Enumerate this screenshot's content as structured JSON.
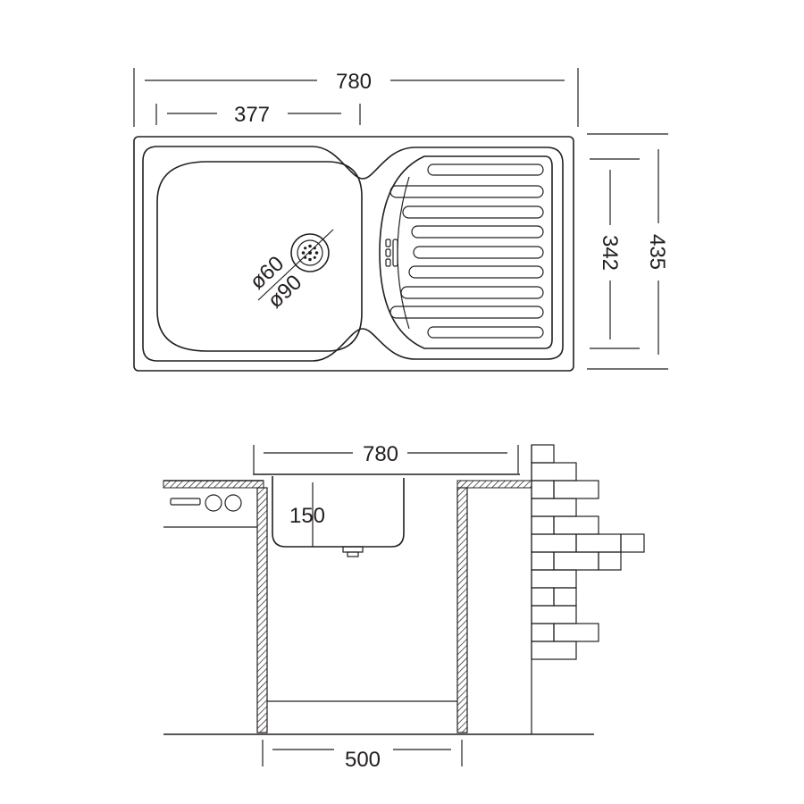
{
  "top_view": {
    "overall_width": "780",
    "bowl_width": "377",
    "depth_outer": "435",
    "depth_inner": "342",
    "drain_outer_diameter": "ø90",
    "drain_inner_diameter": "ø60"
  },
  "side_view": {
    "overall_width": "780",
    "bowl_depth": "150",
    "cabinet_width": "500"
  },
  "colors": {
    "ink": "#231f20",
    "background": "#ffffff"
  }
}
